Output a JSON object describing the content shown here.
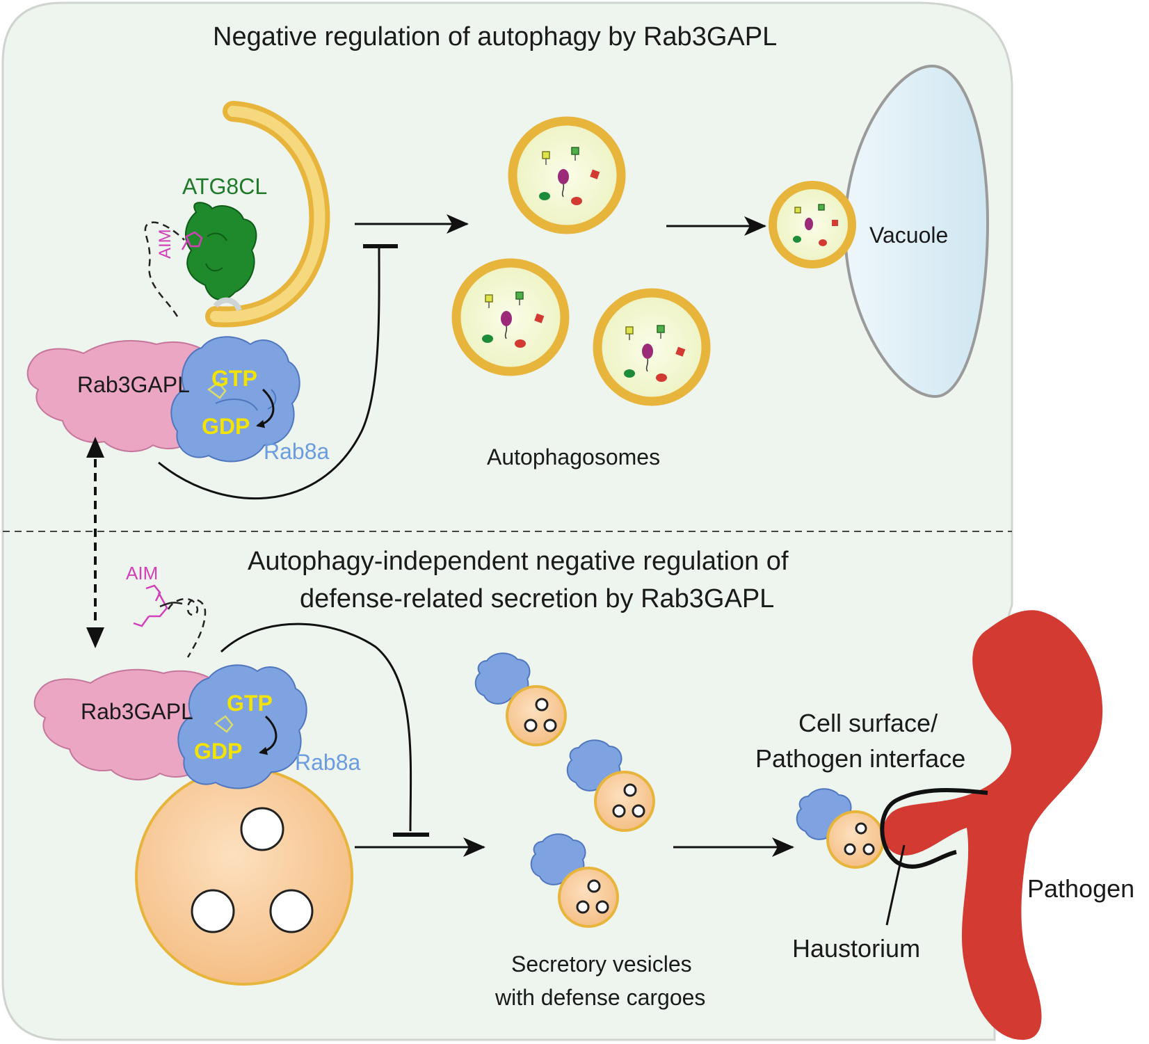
{
  "top_panel": {
    "title": "Negative regulation of autophagy by Rab3GAPL",
    "atg8cl_label": "ATG8CL",
    "aim_label": "AIM",
    "rab3gapl_label": "Rab3GAPL",
    "gtp_label": "GTP",
    "gdp_label": "GDP",
    "rab8a_label": "Rab8a",
    "autophagosomes_label": "Autophagosomes",
    "vacuole_label": "Vacuole"
  },
  "bottom_panel": {
    "title_line1": "Autophagy-independent negative regulation of",
    "title_line2": "defense-related secretion by Rab3GAPL",
    "aim_label": "AIM",
    "rab3gapl_label": "Rab3GAPL",
    "gtp_label": "GTP",
    "gdp_label": "GDP",
    "rab8a_label": "Rab8a",
    "vesicles_line1": "Secretory vesicles",
    "vesicles_line2": "with defense cargoes",
    "interface_line1": "Cell surface/",
    "interface_line2": "Pathogen interface",
    "haustorium_label": "Haustorium",
    "pathogen_label": "Pathogen"
  },
  "colors": {
    "cell_background": "#eef4ee",
    "membrane": "#f0c24a",
    "atg8cl": "#1f8a2c",
    "rab3gapl": "#eaa6c2",
    "rab8a": "#7fa3e0",
    "gtp_gdp_text": "#f2e400",
    "rab8a_text": "#6b9be0",
    "aim_text": "#d23fb8",
    "vacuole": "#d8ecf4",
    "vesicle": "#f7c48f",
    "pathogen": "#d33a32"
  }
}
